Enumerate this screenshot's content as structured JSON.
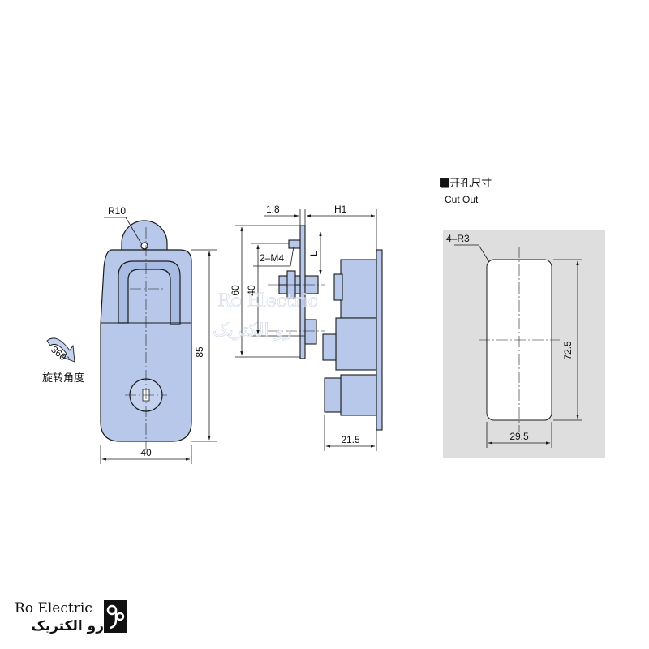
{
  "colors": {
    "body_fill": "#b8c8ea",
    "outline": "#1a1a1a",
    "cutout_panel": "#dedede",
    "white": "#ffffff"
  },
  "front_view": {
    "radius_label": "R10",
    "height_label": "85",
    "width_label": "40",
    "rotation_label": "360°",
    "rotation_caption": "旋转角度"
  },
  "side_view": {
    "thickness_label": "1.8",
    "h1_label": "H1",
    "screw_label": "2–M4",
    "l_label": "L",
    "outer_height_label": "60",
    "inner_height_label": "40",
    "depth_label": "21.5"
  },
  "cutout": {
    "title_cn": "■开孔尺寸",
    "title_en": "Cut Out",
    "corner_label": "4–R3",
    "height_label": "72.5",
    "width_label": "29.5"
  },
  "watermark": {
    "en": "Ro Electric",
    "fa": "رو الکتریک"
  },
  "logo": {
    "en": "Ro Electric",
    "fa": "رو الکتریک",
    "mark_icon": "ro-logo-mark"
  }
}
